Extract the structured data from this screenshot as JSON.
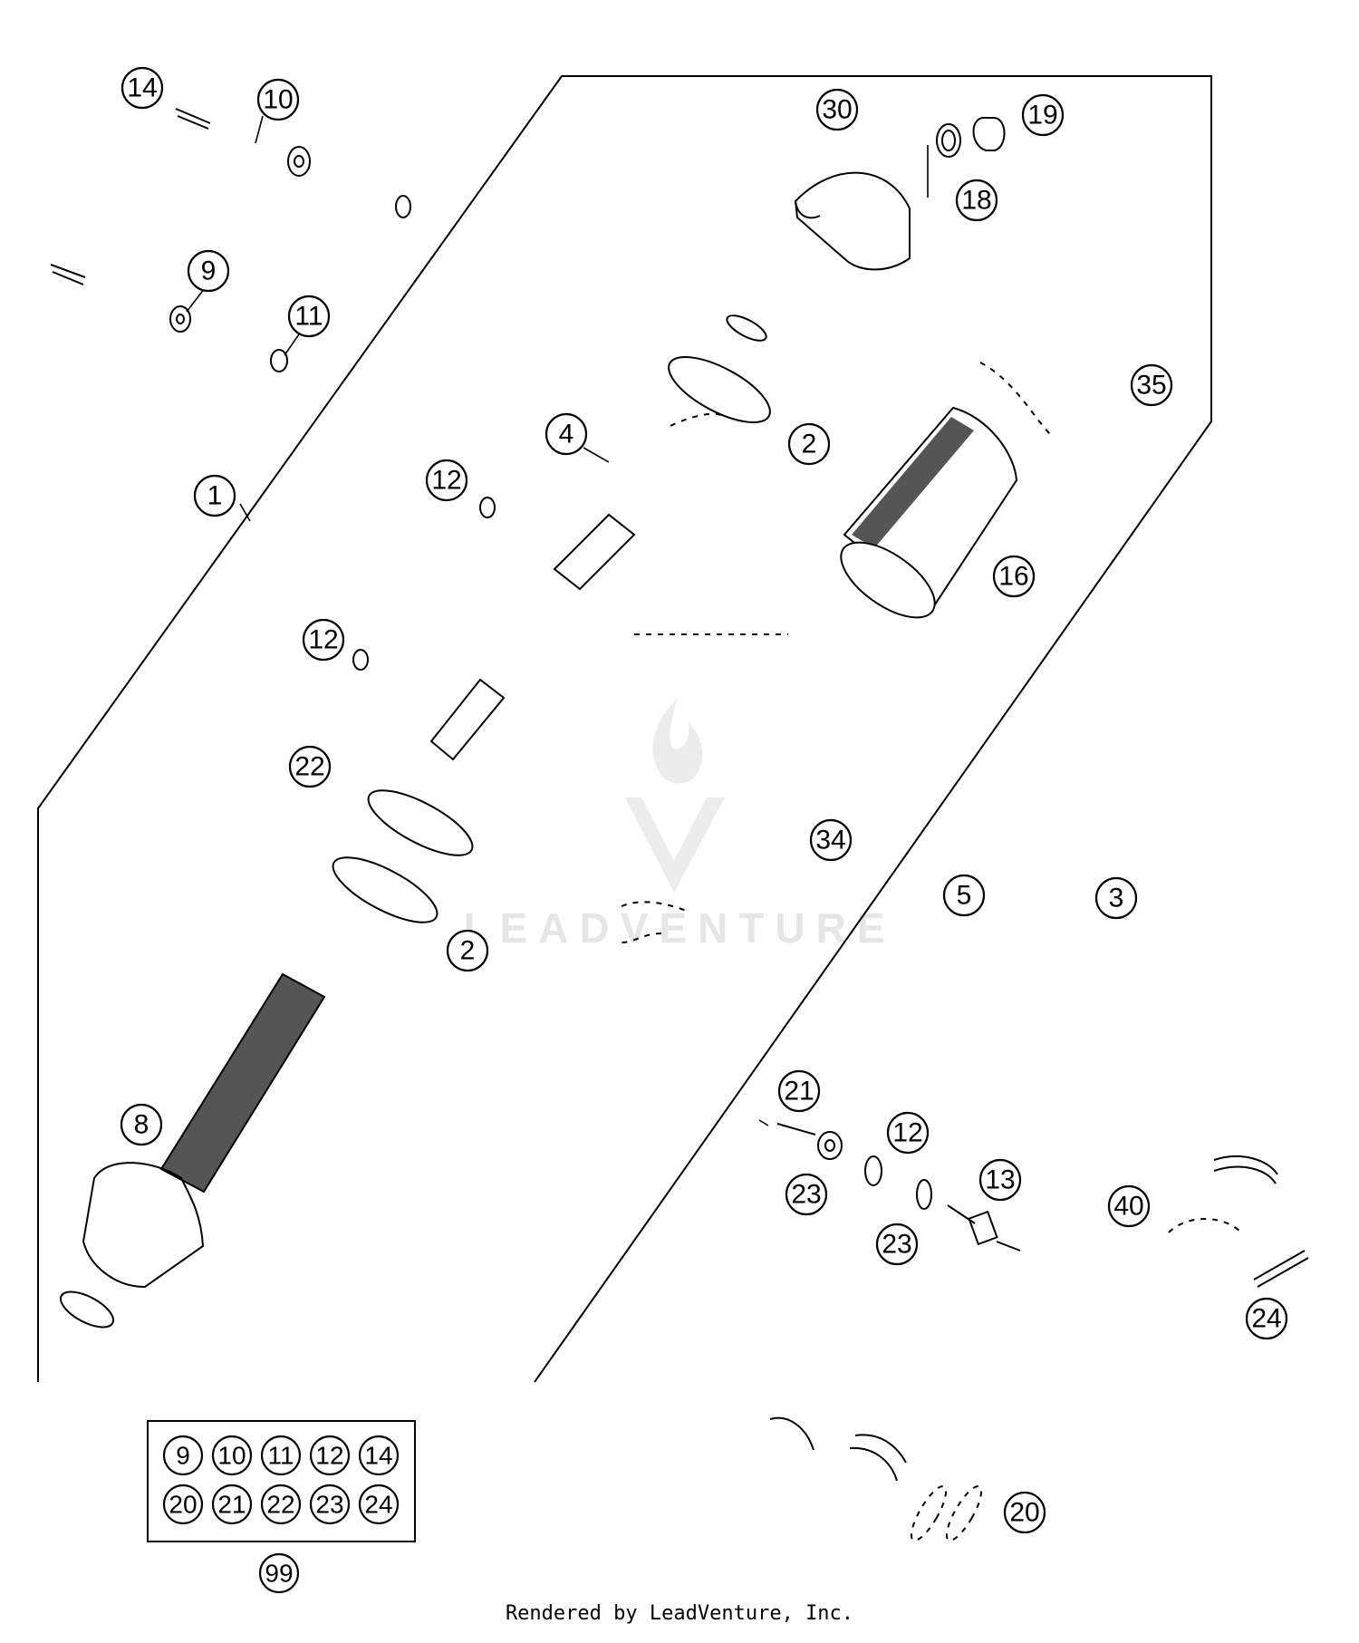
{
  "callouts": [
    {
      "label": "14"
    },
    {
      "label": "10"
    },
    {
      "label": "30"
    },
    {
      "label": "19"
    },
    {
      "label": "18"
    },
    {
      "label": "9"
    },
    {
      "label": "11"
    },
    {
      "label": "35"
    },
    {
      "label": "4"
    },
    {
      "label": "2"
    },
    {
      "label": "12"
    },
    {
      "label": "1"
    },
    {
      "label": "16"
    },
    {
      "label": "12"
    },
    {
      "label": "22"
    },
    {
      "label": "34"
    },
    {
      "label": "5"
    },
    {
      "label": "3"
    },
    {
      "label": "2"
    },
    {
      "label": "8"
    },
    {
      "label": "21"
    },
    {
      "label": "12"
    },
    {
      "label": "13"
    },
    {
      "label": "23"
    },
    {
      "label": "40"
    },
    {
      "label": "23"
    },
    {
      "label": "24"
    },
    {
      "label": "20"
    }
  ],
  "kit": {
    "items": [
      "9",
      "10",
      "11",
      "12",
      "14",
      "20",
      "21",
      "22",
      "23",
      "24"
    ],
    "label": "99"
  },
  "watermark": {
    "brand": "LEADVENTURE"
  },
  "footer": {
    "credit": "Rendered by LeadVenture, Inc."
  }
}
